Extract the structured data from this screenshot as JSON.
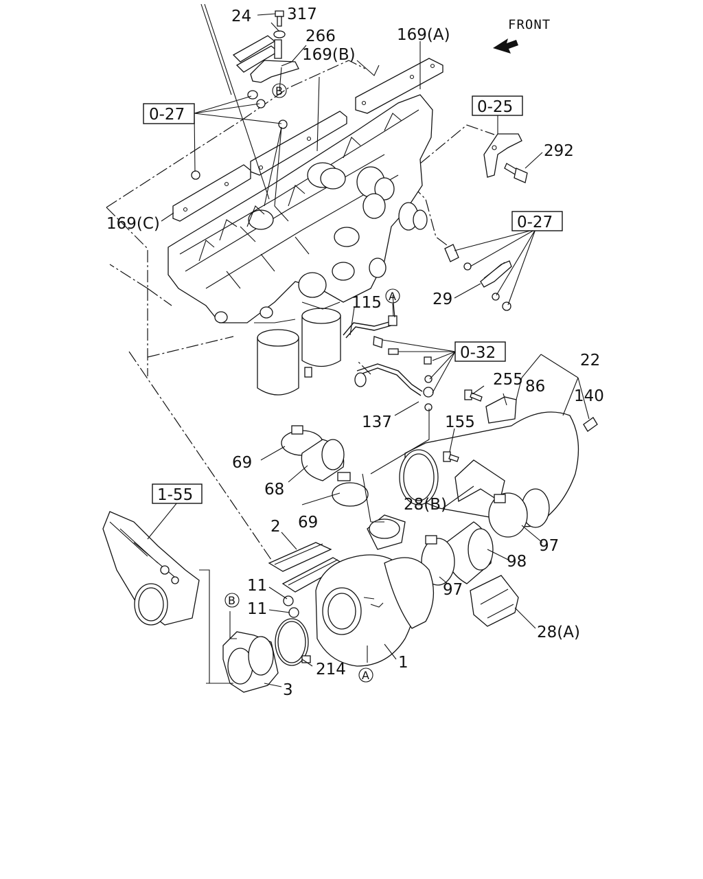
{
  "orientation": {
    "label": "FRONT"
  },
  "callouts": [
    {
      "id": "24",
      "text": "24"
    },
    {
      "id": "317",
      "text": "317"
    },
    {
      "id": "266",
      "text": "266"
    },
    {
      "id": "169B",
      "text": "169(B)"
    },
    {
      "id": "169A",
      "text": "169(A)"
    },
    {
      "id": "169C",
      "text": "169(C)"
    },
    {
      "id": "292",
      "text": "292"
    },
    {
      "id": "29",
      "text": "29"
    },
    {
      "id": "115",
      "text": "115"
    },
    {
      "id": "137",
      "text": "137"
    },
    {
      "id": "255",
      "text": "255"
    },
    {
      "id": "86",
      "text": "86"
    },
    {
      "id": "22",
      "text": "22"
    },
    {
      "id": "140",
      "text": "140"
    },
    {
      "id": "155",
      "text": "155"
    },
    {
      "id": "69a",
      "text": "69"
    },
    {
      "id": "68",
      "text": "68"
    },
    {
      "id": "69b",
      "text": "69"
    },
    {
      "id": "28B",
      "text": "28(B)"
    },
    {
      "id": "97a",
      "text": "97"
    },
    {
      "id": "98",
      "text": "98"
    },
    {
      "id": "97b",
      "text": "97"
    },
    {
      "id": "2",
      "text": "2"
    },
    {
      "id": "11a",
      "text": "11"
    },
    {
      "id": "11b",
      "text": "11"
    },
    {
      "id": "214",
      "text": "214"
    },
    {
      "id": "1",
      "text": "1"
    },
    {
      "id": "3",
      "text": "3"
    },
    {
      "id": "28A",
      "text": "28(A)"
    }
  ],
  "reference_boxes": [
    {
      "id": "027a",
      "text": "0-27"
    },
    {
      "id": "025",
      "text": "0-25"
    },
    {
      "id": "027b",
      "text": "0-27"
    },
    {
      "id": "032",
      "text": "0-32"
    },
    {
      "id": "155box",
      "text": "1-55"
    }
  ],
  "connection_markers": [
    {
      "id": "B1",
      "text": "B"
    },
    {
      "id": "A1",
      "text": "A"
    },
    {
      "id": "B2",
      "text": "B"
    },
    {
      "id": "A2",
      "text": "A"
    }
  ]
}
